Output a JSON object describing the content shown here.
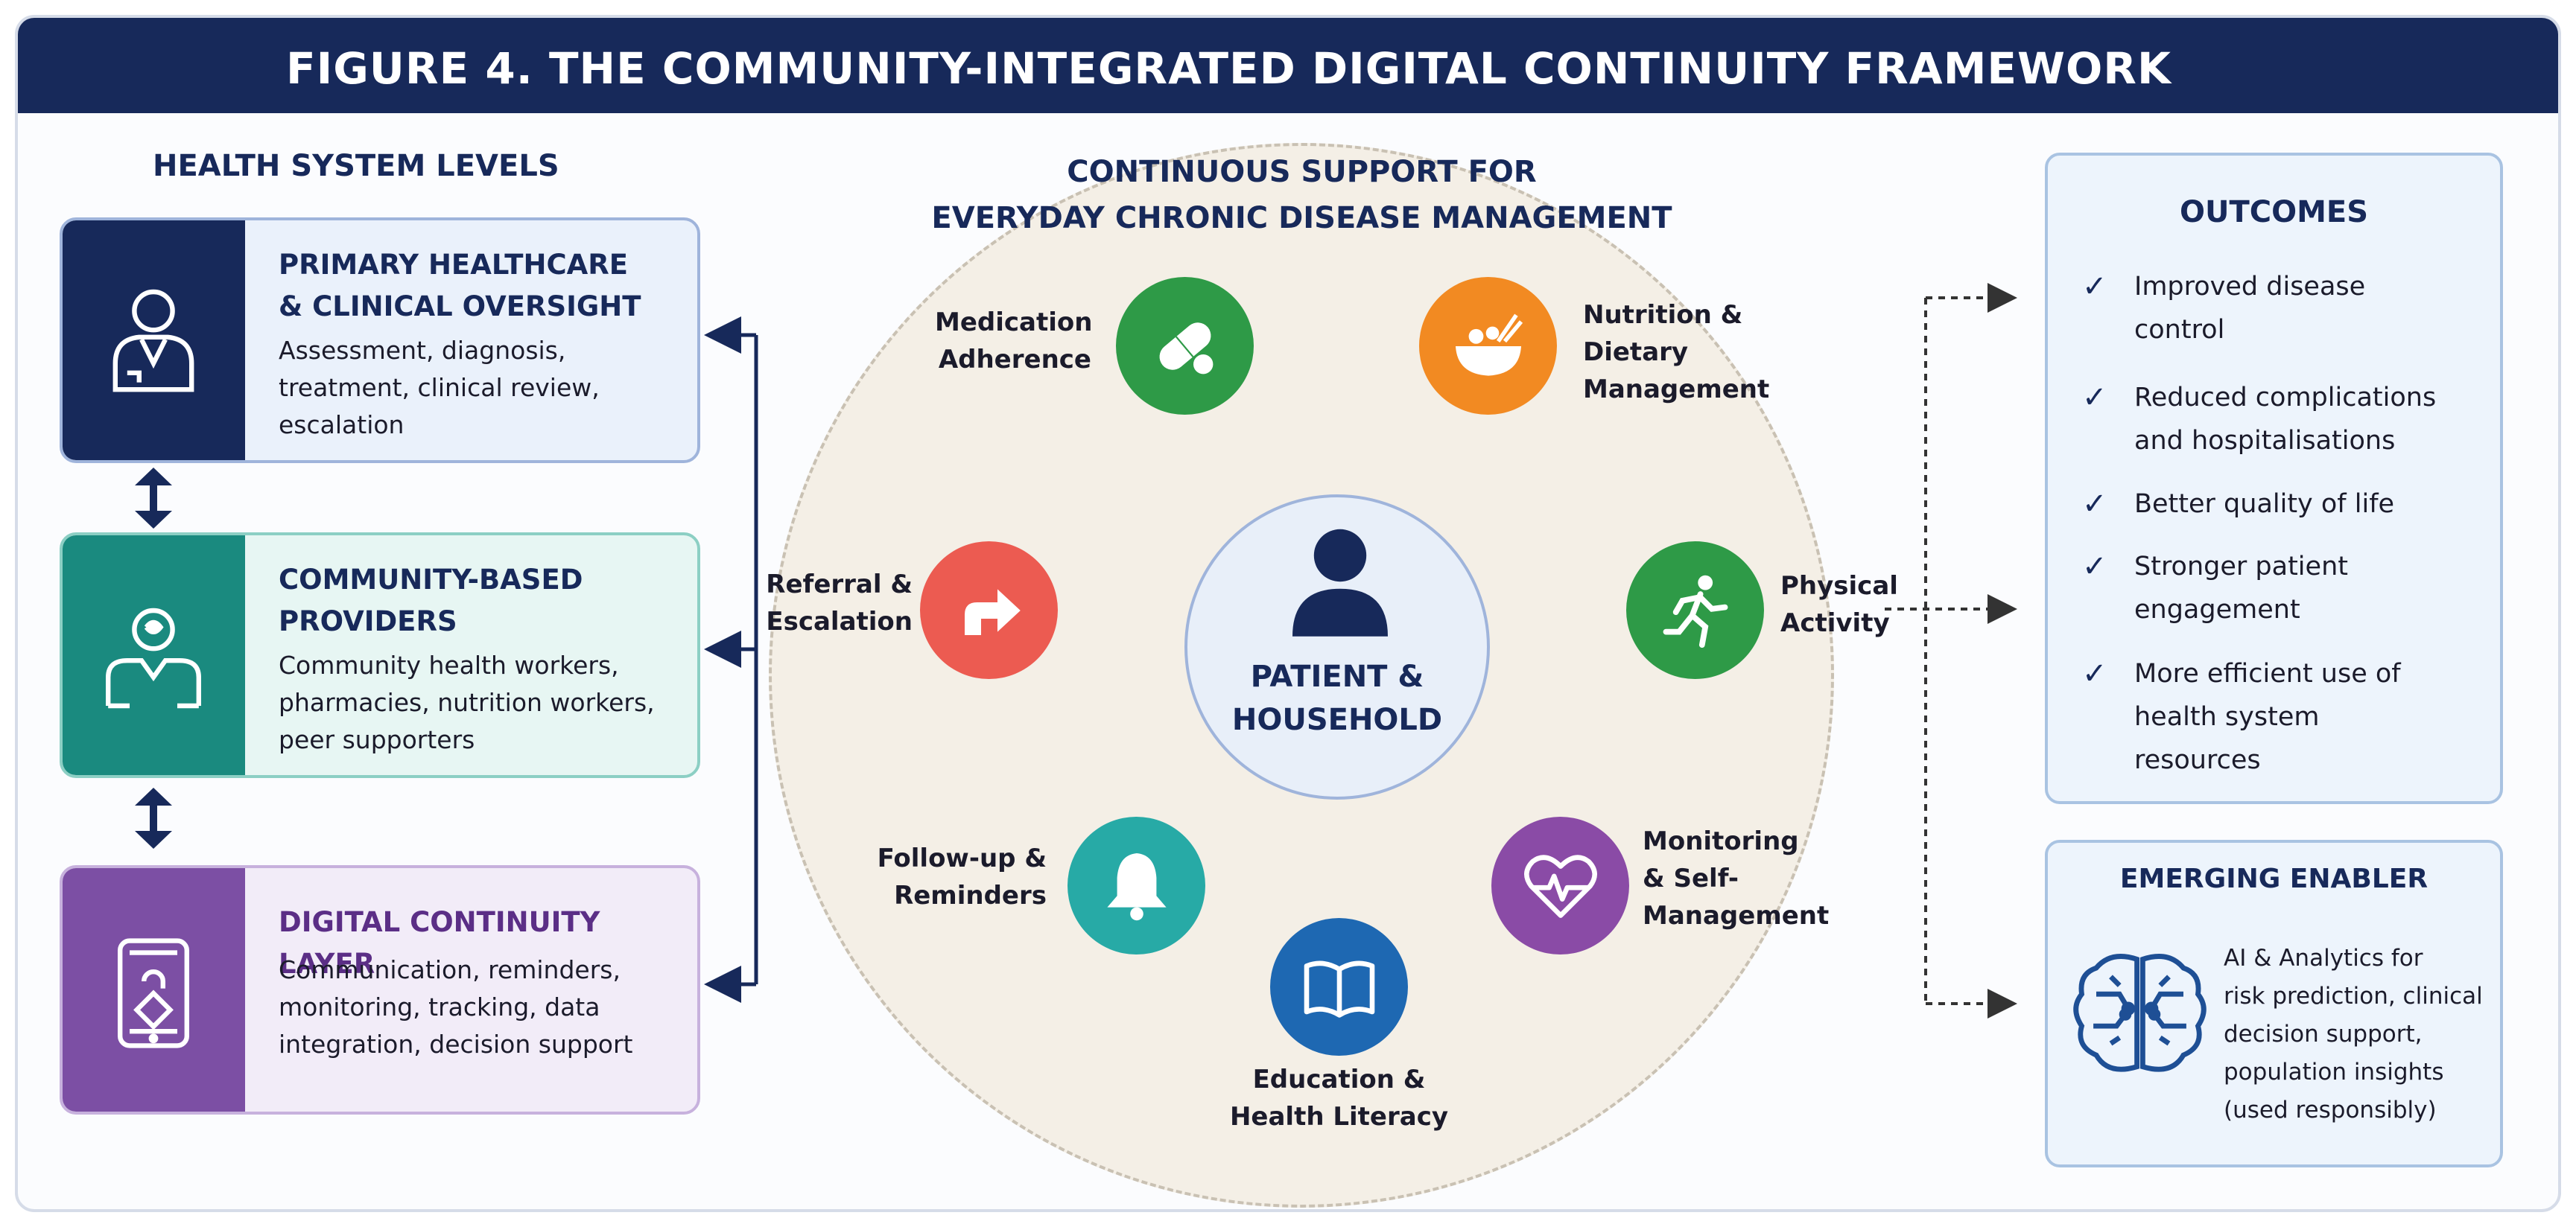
{
  "figure_title": "FIGURE 4. THE COMMUNITY-INTEGRATED DIGITAL CONTINUITY FRAMEWORK",
  "levels": {
    "title": "HEALTH SYSTEM LEVELS",
    "primary": {
      "title_line1": "PRIMARY HEALTHCARE",
      "title_line2": "& CLINICAL OVERSIGHT",
      "desc_line1": "Assessment, diagnosis,",
      "desc_line2": "treatment, clinical review,",
      "desc_line3": "escalation",
      "icon": "clinician-icon"
    },
    "community": {
      "title_line1": "COMMUNITY-BASED",
      "title_line2": "PROVIDERS",
      "desc_line1": "Community health workers,",
      "desc_line2": "pharmacies, nutrition workers,",
      "desc_line3": "peer supporters",
      "icon": "community-worker-icon"
    },
    "digital": {
      "title_line1": "DIGITAL CONTINUITY LAYER",
      "desc_line1": "Communication, reminders,",
      "desc_line2": "monitoring, tracking, data",
      "desc_line3": "integration, decision support",
      "icon": "mobile-health-icon"
    }
  },
  "center": {
    "title_line1": "CONTINUOUS SUPPORT FOR",
    "title_line2": "EVERYDAY CHRONIC DISEASE MANAGEMENT",
    "patient_line1": "PATIENT &",
    "patient_line2": "HOUSEHOLD",
    "nodes": {
      "medication": {
        "line1": "Medication",
        "line2": "Adherence",
        "color": "#2e9a47",
        "icon": "pill-icon"
      },
      "nutrition": {
        "line1": "Nutrition &",
        "line2": "Dietary",
        "line3": "Management",
        "color": "#f28a22",
        "icon": "food-bowl-icon"
      },
      "referral": {
        "line1": "Referral &",
        "line2": "Escalation",
        "color": "#ec5b51",
        "icon": "referral-arrow-icon"
      },
      "physical": {
        "line1": "Physical",
        "line2": "Activity",
        "color": "#2e9a47",
        "icon": "running-person-icon"
      },
      "followup": {
        "line1": "Follow-up &",
        "line2": "Reminders",
        "color": "#27aaa6",
        "icon": "bell-icon"
      },
      "monitoring": {
        "line1": "Monitoring",
        "line2": "& Self-",
        "line3": "Management",
        "color": "#8a4ba6",
        "icon": "heart-pulse-icon"
      },
      "education": {
        "line1": "Education &",
        "line2": "Health Literacy",
        "color": "#1e68b2",
        "icon": "book-icon"
      }
    }
  },
  "outcomes": {
    "title": "OUTCOMES",
    "items": [
      {
        "line1": "Improved disease",
        "line2": "control"
      },
      {
        "line1": "Reduced complications",
        "line2": "and hospitalisations"
      },
      {
        "line1": "Better quality of life"
      },
      {
        "line1": "Stronger patient",
        "line2": "engagement"
      },
      {
        "line1": "More efficient use of",
        "line2": "health system",
        "line3": "resources"
      }
    ]
  },
  "enabler": {
    "title": "EMERGING ENABLER",
    "line1": "AI & Analytics for",
    "line2": "risk prediction, clinical",
    "line3": "decision support,",
    "line4": "population insights",
    "line5": "(used responsibly)",
    "icon": "brain-circuit-icon"
  },
  "colors": {
    "navy": "#17295a",
    "teal": "#1a8a7f",
    "purple": "#7c4fa4"
  }
}
